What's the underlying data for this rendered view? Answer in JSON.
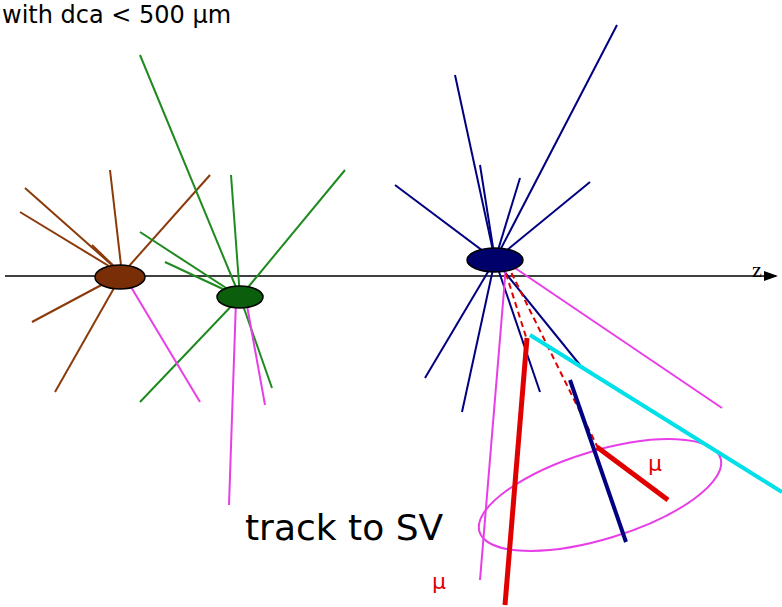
{
  "diagram": {
    "labels": [
      "with dca < 500 μm",
      "track to SV",
      "z",
      "μ",
      "μ"
    ]
  }
}
